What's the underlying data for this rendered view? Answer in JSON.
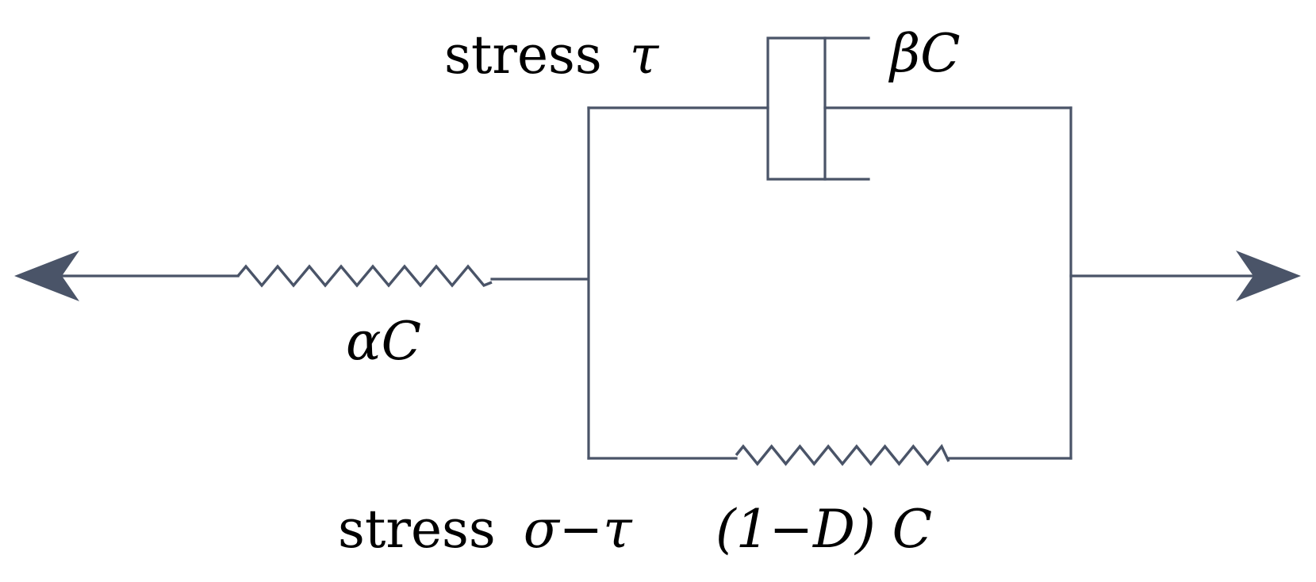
{
  "diagram": {
    "labels": {
      "stress_tau_word": "stress",
      "stress_tau_symbol": "τ",
      "dashpot": "βC",
      "series_spring": "αC",
      "stress_sigma_minus_tau_word": "stress",
      "stress_sigma_minus_tau_symbol": "σ−τ",
      "parallel_spring": "(1−D) C"
    },
    "colors": {
      "line": "#4a5468",
      "text": "#000000",
      "background": "#ffffff"
    },
    "components": {
      "left_arrow": "arrow-left-icon",
      "right_arrow": "arrow-right-icon",
      "series_spring": "spring-icon",
      "dashpot": "dashpot-icon",
      "parallel_spring": "spring-icon"
    }
  }
}
